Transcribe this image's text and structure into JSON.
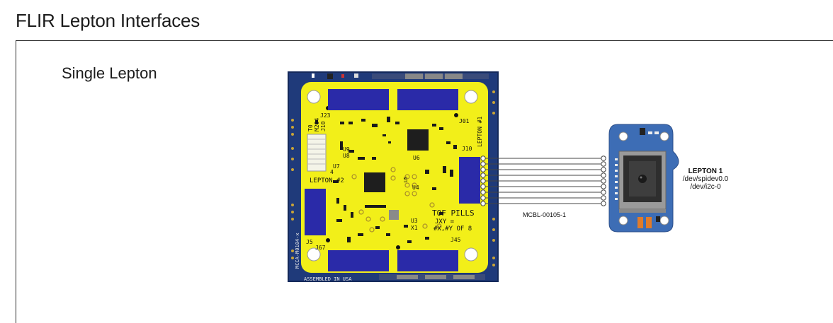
{
  "page": {
    "title": "FLIR Lepton Interfaces"
  },
  "section": {
    "title": "Single Lepton"
  },
  "board": {
    "labels": {
      "j23": "J23",
      "j01": "J01",
      "lepton1": "LEPTON #1",
      "m204": "M204",
      "j10a": "J10",
      "t0": "T0",
      "u9": "U9",
      "u8": "U8",
      "u6": "U6",
      "j10b": "J10",
      "u7": "U7",
      "lepton2": "LEPTON #2",
      "four": "4",
      "u5": "U5",
      "u4": "U4",
      "tof": "TOF PILLS",
      "jxy": "JXY =",
      "xy": "#X,#Y OF 8",
      "u3": "U3",
      "x1": "X1",
      "j45": "J45",
      "j5": "J5",
      "j67": "J67",
      "mcca": "MCCA-M0104-x",
      "assembled": "ASSEMBLED IN USA"
    }
  },
  "cable": {
    "label": "MCBL-00105-1"
  },
  "sensor": {
    "name": "LEPTON 1",
    "spi": "/dev/spidev0.0",
    "i2c": "/dev/i2c-0"
  },
  "colors": {
    "pcb_blue": "#1f3a7a",
    "silk_yellow": "#f2ef19",
    "connector_blue": "#2a2aa8",
    "sensor_blue": "#3d6db5"
  }
}
